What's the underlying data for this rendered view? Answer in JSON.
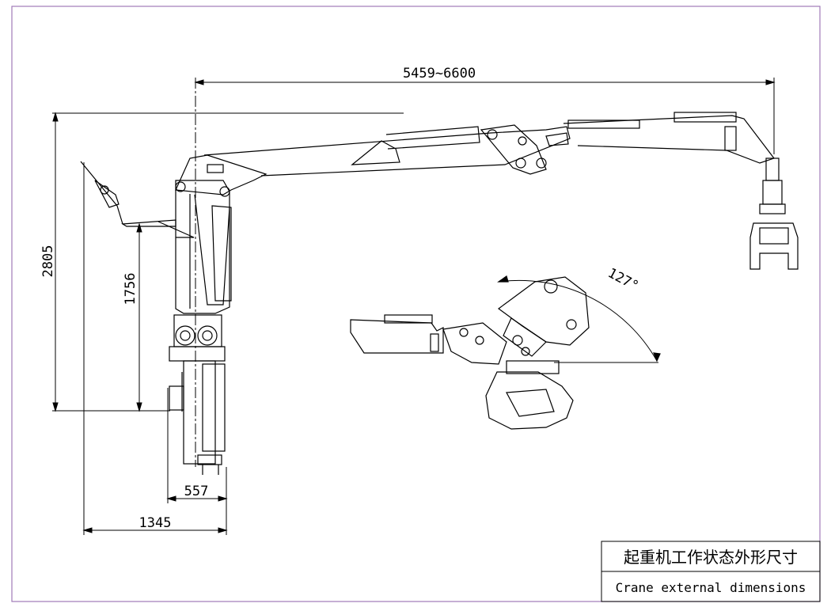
{
  "dimensions": {
    "reach": "5459~6600",
    "height_total": "2805",
    "height_pedestal": "1756",
    "width_base": "557",
    "width_total": "1345",
    "rotation_angle": "127°"
  },
  "title_block": {
    "title_cn": "起重机工作状态外形尺寸",
    "title_en": "Crane external dimensions"
  },
  "colors": {
    "frame": "#a07ab8",
    "ink": "#000000"
  }
}
